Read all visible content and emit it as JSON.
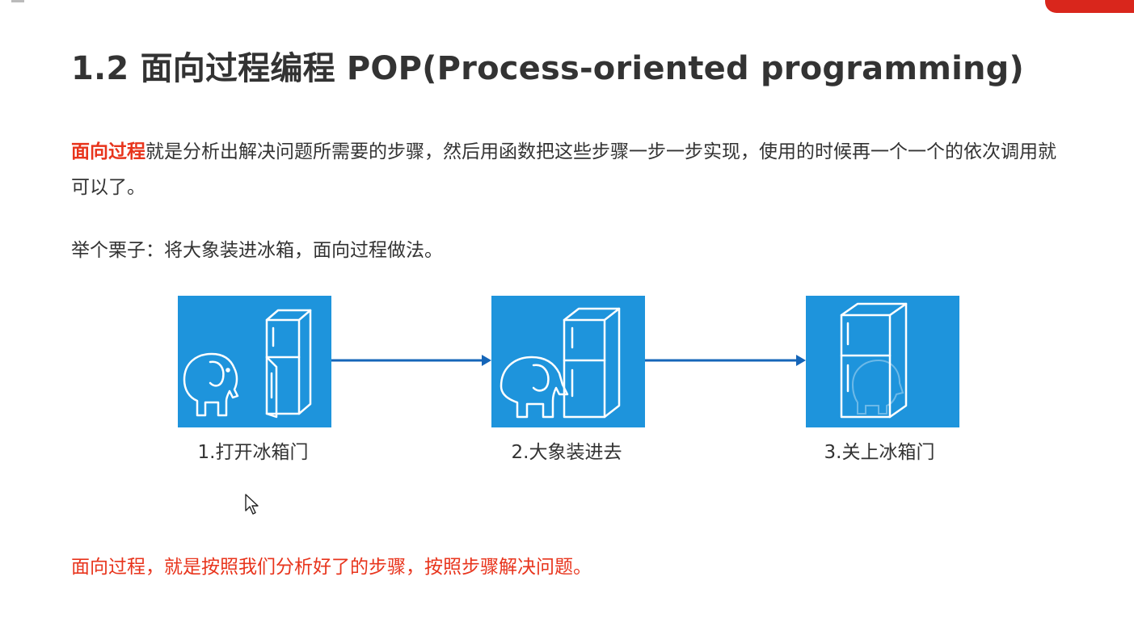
{
  "slide": {
    "title": "1.2 面向过程编程 POP(Process-oriented programming)",
    "intro": {
      "highlight": "面向过程",
      "text": "就是分析出解决问题所需要的步骤，然后用函数把这些步骤一步一步实现，使用的时候再一个一个的依次调用就可以了。"
    },
    "example": "举个栗子：将大象装进冰箱，面向过程做法。",
    "steps": [
      {
        "label": "1.打开冰箱门",
        "icon": "elephant-open-fridge-icon"
      },
      {
        "label": "2.大象装进去",
        "icon": "elephant-entering-fridge-icon"
      },
      {
        "label": "3.关上冰箱门",
        "icon": "closed-fridge-icon"
      }
    ],
    "summary": "面向过程，就是按照我们分析好了的步骤，按照步骤解决问题。"
  },
  "colors": {
    "accent_red": "#e8341c",
    "tile_blue": "#1e94dc",
    "arrow_blue": "#1565b8",
    "text": "#333333"
  }
}
